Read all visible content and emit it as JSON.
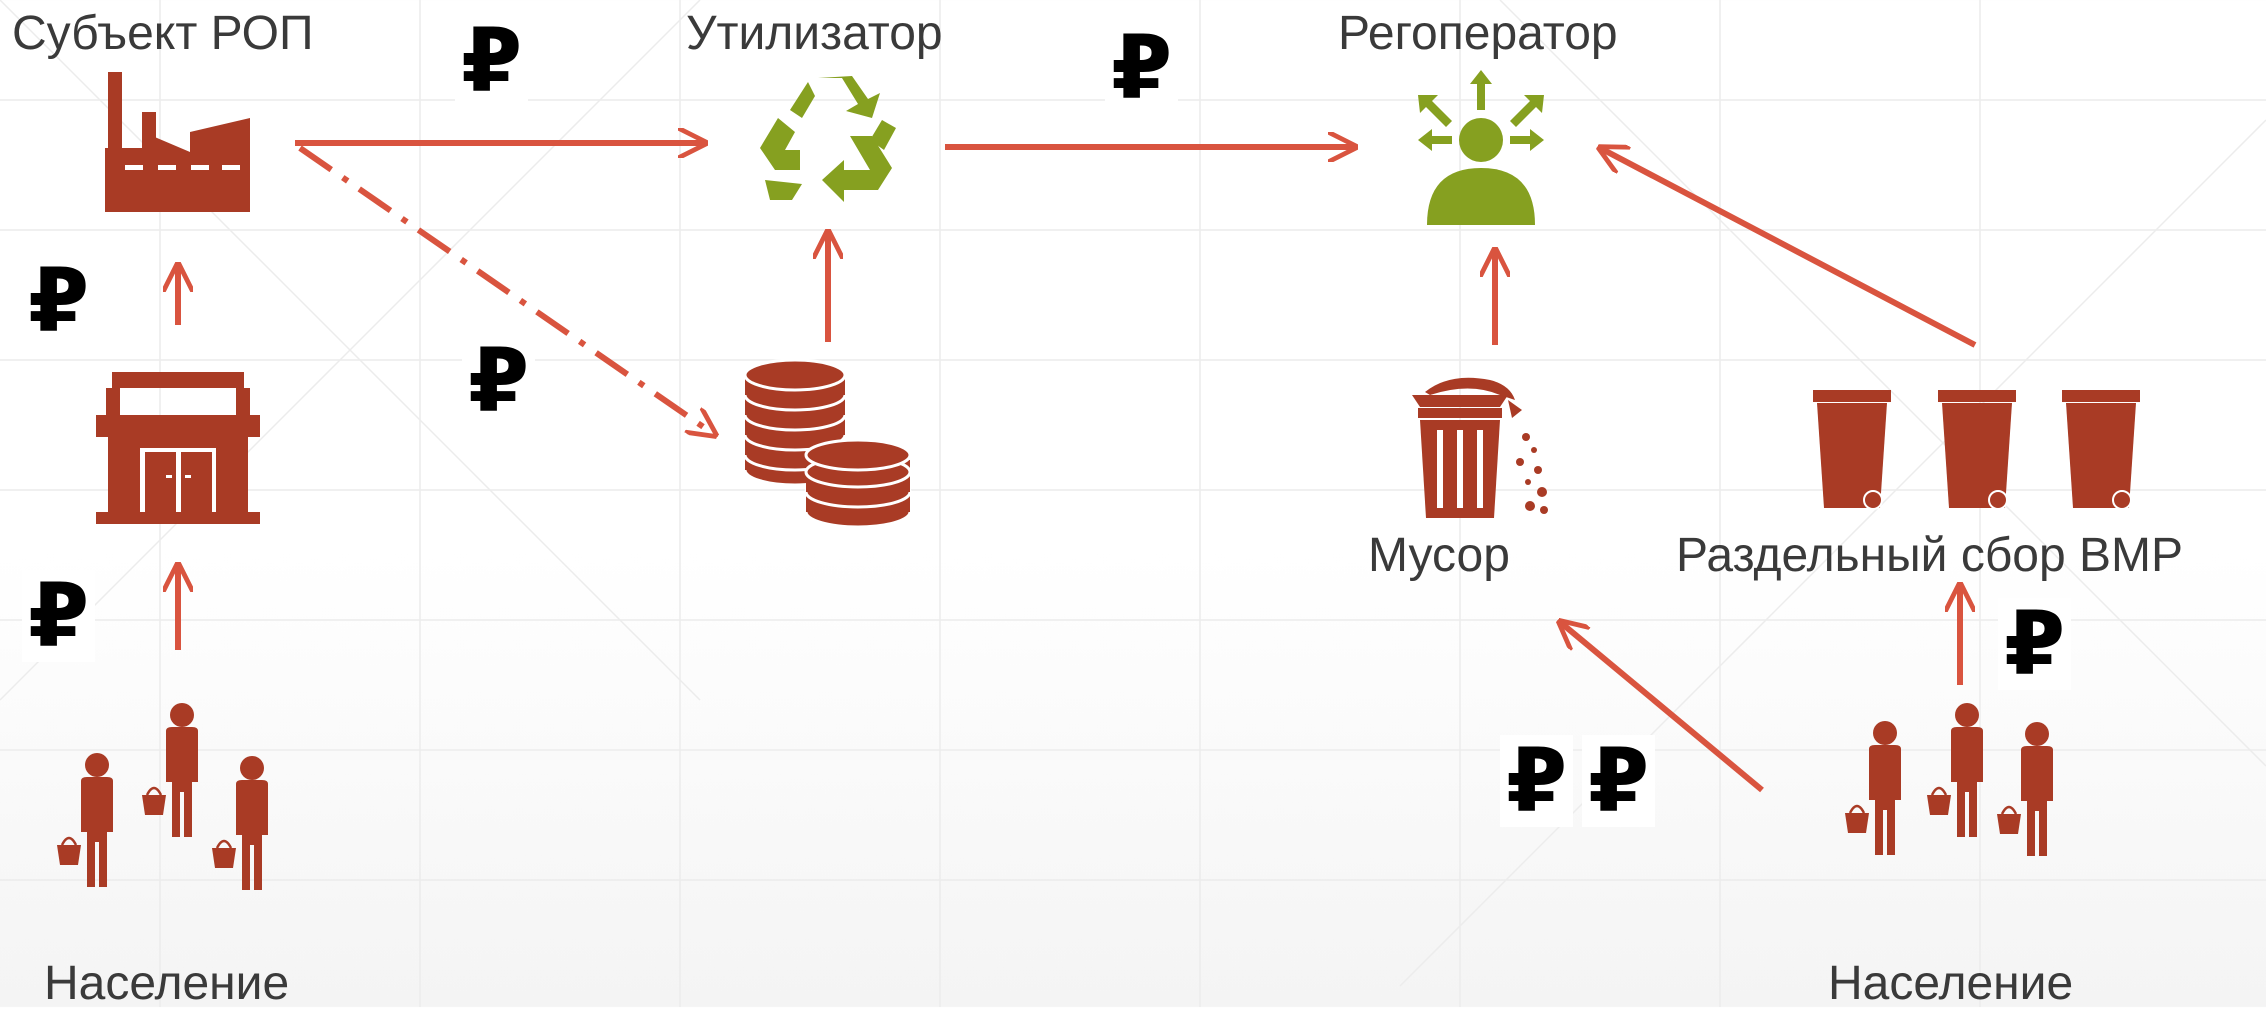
{
  "labels": {
    "subject_rop": "Субъект РОП",
    "utilizer": "Утилизатор",
    "regoperator": "Регоператор",
    "trash": "Мусор",
    "separate_collection": "Раздельный сбор ВМР",
    "population_left": "Население",
    "population_right": "Население"
  },
  "currency_symbol": "₽",
  "colors": {
    "arrow": "#d9543f",
    "icon_red": "#a93b25",
    "icon_green": "#86a020",
    "text": "#3a3a3a",
    "currency": "#000000"
  },
  "icons": {
    "producer": "factory-icon",
    "store": "store-icon",
    "utilizer": "recycle-icon",
    "fund": "coins-icon",
    "regoperator": "manager-icon",
    "trash": "trash-can-icon",
    "separate_bins": "waste-bins-icon",
    "population": "people-with-baskets-icon"
  }
}
